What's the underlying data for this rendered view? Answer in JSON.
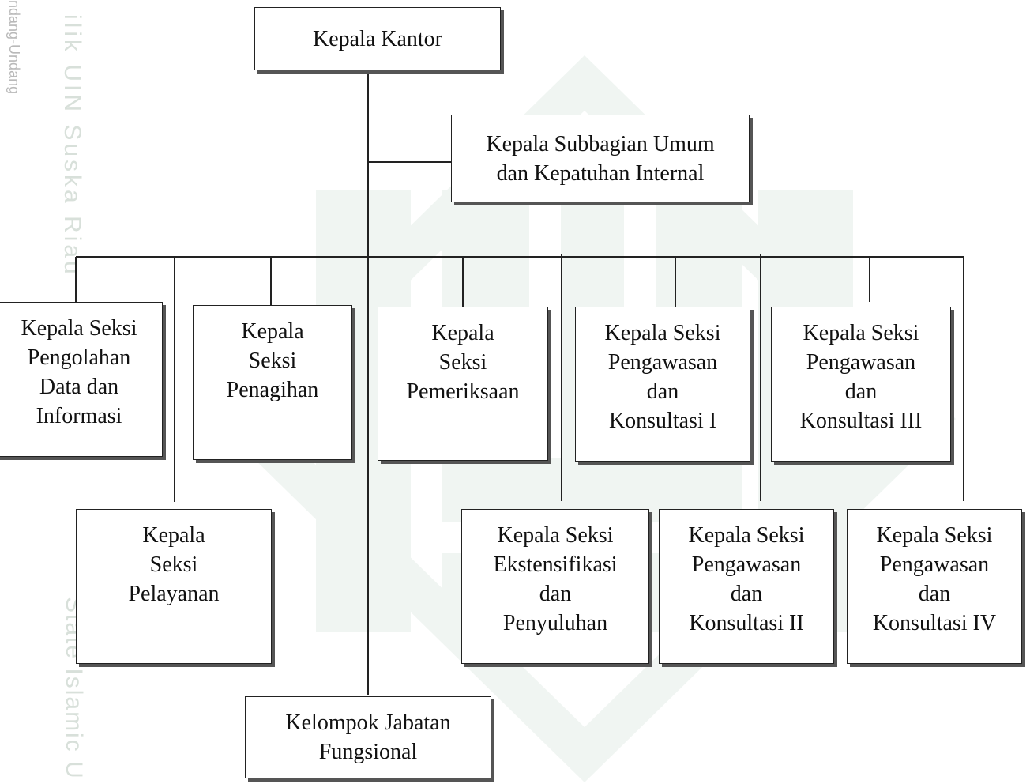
{
  "watermark": {
    "left_text": "ndang-Undang",
    "right_text": "ilik UIN Suska Riau",
    "bottom_text": "State Islamic U"
  },
  "nodes": {
    "kepala_kantor": "Kepala Kantor",
    "subbagian_umum": "Kepala Subbagian Umum\ndan Kepatuhan  Internal",
    "seksi_pdi": "Kepala Seksi\nPengolahan\nData dan\nInformasi",
    "seksi_penagihan": "Kepala\nSeksi\nPenagihan",
    "seksi_pemeriksaan": "Kepala\nSeksi\nPemeriksaan",
    "seksi_waskon_1": "Kepala Seksi\nPengawasan\ndan\nKonsultasi I",
    "seksi_waskon_3": "Kepala Seksi\nPengawasan\ndan\nKonsultasi III",
    "seksi_pelayanan": "Kepala\nSeksi\nPelayanan",
    "seksi_ekstensifikasi": "Kepala Seksi\nEkstensifikasi\ndan\nPenyuluhan",
    "seksi_waskon_2": "Kepala Seksi\nPengawasan\ndan\nKonsultasi II",
    "seksi_waskon_4": "Kepala Seksi\nPengawasan\ndan\nKonsultasi IV",
    "fungsional": "Kelompok Jabatan\nFungsional"
  },
  "colors": {
    "line": "#222222",
    "shadow": "#555555",
    "watermark": "#c9c9c9"
  }
}
